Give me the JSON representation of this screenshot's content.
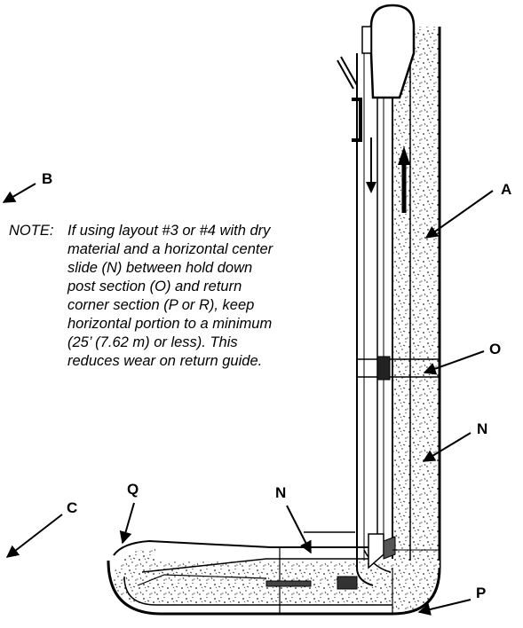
{
  "note": {
    "label": "NOTE:",
    "lines": [
      "If using layout #3 or #4 with dry",
      "material and a horizontal center",
      "slide (N) between hold down",
      "post section (O) and return",
      "corner section (P or R), keep",
      "horizontal portion to a minimum",
      "(25’ (7.62 m) or less). This",
      "reduces wear on return guide."
    ]
  },
  "callouts": {
    "a": "A",
    "b": "B",
    "c": "C",
    "n_upper": "N",
    "n_lower": "N",
    "o": "O",
    "p": "P",
    "q": "Q"
  }
}
